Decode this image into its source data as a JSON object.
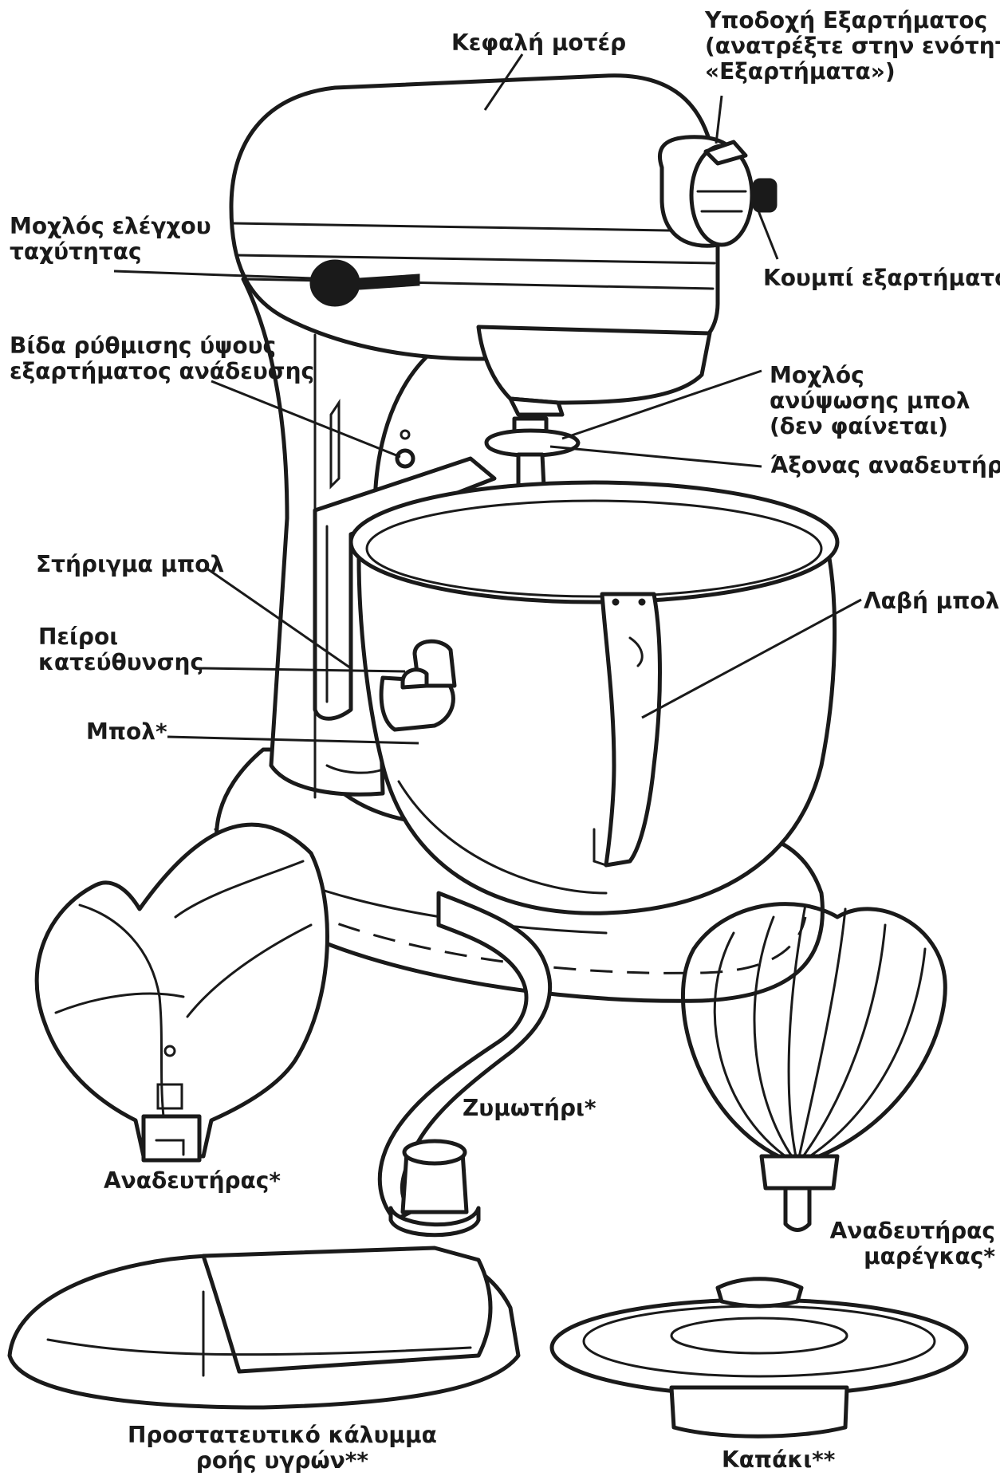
{
  "labels": {
    "motor_head": [
      "Κεφαλή μοτέρ"
    ],
    "attachment_hub": [
      "Υποδοχή Εξαρτήματος",
      "(ανατρέξτε στην ενότητα",
      "«Εξαρτήματα»)"
    ],
    "speed_control": [
      "Μοχλός ελέγχου",
      "ταχύτητας"
    ],
    "attachment_knob": [
      "Κουμπί εξαρτήματος"
    ],
    "height_screw": [
      "Βίδα ρύθμισης ύψους",
      "εξαρτήματος ανάδευσης"
    ],
    "bowl_lift": [
      "Μοχλός",
      "ανύψωσης μπολ",
      "(δεν φαίνεται)"
    ],
    "beater_shaft": [
      "Άξονας αναδευτήρα"
    ],
    "bowl_support": [
      "Στήριγμα μπολ"
    ],
    "bowl_handle": [
      "Λαβή μπολ*"
    ],
    "locating_pins": [
      "Πείροι",
      "κατεύθυνσης"
    ],
    "bowl": [
      "Μπολ*"
    ],
    "dough_hook": [
      "Ζυμωτήρι*"
    ],
    "flat_beater": [
      "Αναδευτήρας*"
    ],
    "wire_whip": [
      "Αναδευτήρας",
      "μαρέγκας*"
    ],
    "pouring_shield": [
      "Προστατευτικό κάλυμμα",
      "ροής υγρών**"
    ],
    "lid": [
      "Καπάκι**"
    ]
  }
}
